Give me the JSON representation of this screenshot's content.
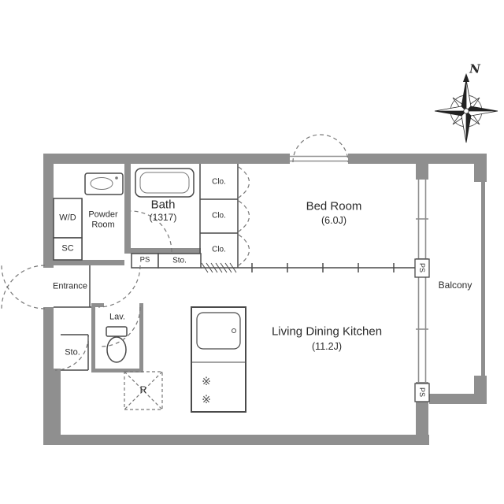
{
  "compass": {
    "north_label": "N"
  },
  "rooms": {
    "bath": {
      "name": "Bath",
      "size": "(1317)"
    },
    "powder_room": {
      "name": "Powder Room"
    },
    "washer_dryer": {
      "name": "W/D"
    },
    "shoe_closet": {
      "name": "SC"
    },
    "entrance": {
      "name": "Entrance"
    },
    "pipe_space_mid": {
      "name": "PS"
    },
    "storage_mid": {
      "name": "Sto."
    },
    "closet_1": {
      "name": "Clo."
    },
    "closet_2": {
      "name": "Clo."
    },
    "closet_3": {
      "name": "Clo."
    },
    "bedroom": {
      "name": "Bed Room",
      "size": "(6.0J)"
    },
    "lavatory": {
      "name": "Lav."
    },
    "storage_left": {
      "name": "Sto."
    },
    "refrigerator": {
      "name": "R"
    },
    "ldk": {
      "name": "Living Dining Kitchen",
      "size": "(11.2J)"
    },
    "balcony": {
      "name": "Balcony"
    },
    "pipe_space_right_top": {
      "name": "PS"
    },
    "pipe_space_right_bottom": {
      "name": "PS"
    }
  },
  "icons": {
    "burner": "※"
  },
  "colors": {
    "wall": "#8f8f8f",
    "line": "#4a4a4a",
    "dash": "#777777",
    "text": "#2b2b2b"
  }
}
